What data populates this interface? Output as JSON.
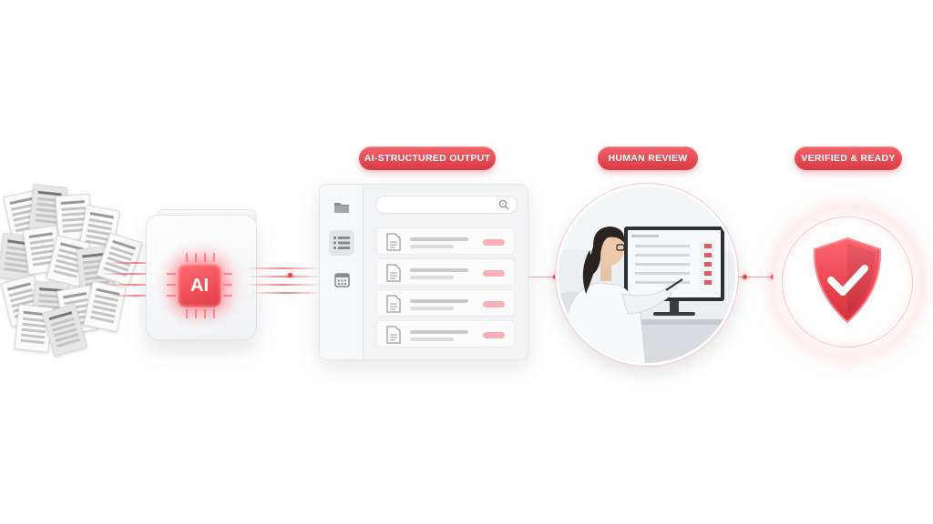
{
  "labels": {
    "output": "AI-STRUCTURED OUTPUT",
    "review": "HUMAN REVIEW",
    "verified": "VERIFIED & READY"
  },
  "chip": {
    "text": "AI"
  },
  "window": {
    "sidebar_icons": [
      "folder-icon",
      "list-icon",
      "calendar-icon"
    ],
    "row_count": 4
  },
  "icons": {
    "search": "search-icon",
    "document": "document-icon",
    "shield": "shield-check-icon"
  },
  "colors": {
    "accent": "#e23a46",
    "accent_light": "#f7b1b6",
    "background": "#ffffff"
  }
}
